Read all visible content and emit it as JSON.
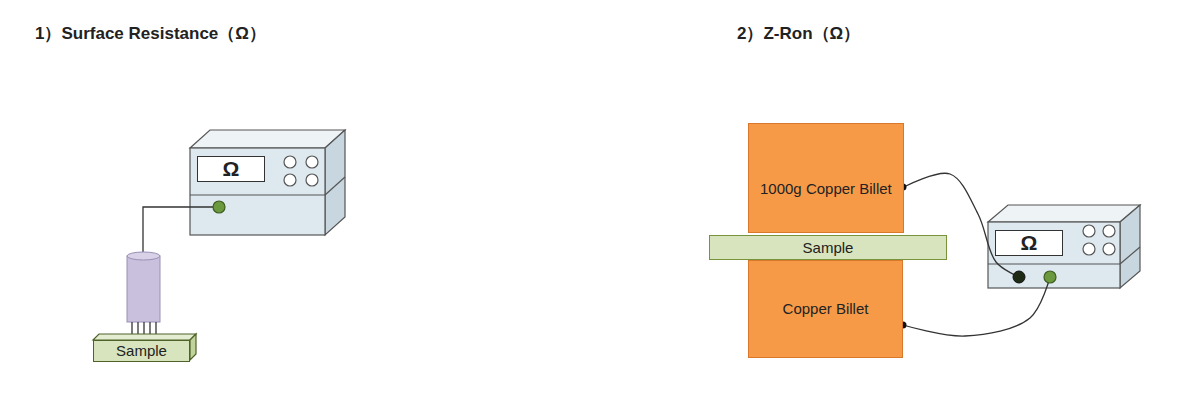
{
  "diagram": {
    "nodes": [
      {
        "text": [
          "Ω"
        ]
      },
      {
        "text": [
          "Sample"
        ]
      },
      {
        "text": [
          "1000g Copper Billet"
        ]
      },
      {
        "text": [
          "Sample"
        ]
      },
      {
        "text": [
          "Copper Billet"
        ]
      },
      {
        "text": [
          "Ω"
        ]
      }
    ],
    "edges": [
      {
        "from": 2,
        "to": 5,
        "arrow": "none"
      },
      {
        "from": 4,
        "to": 5,
        "arrow": "none"
      }
    ],
    "labels": [
      "1）Surface Resistance（Ω）",
      "2）Z-Ron（Ω）"
    ]
  }
}
